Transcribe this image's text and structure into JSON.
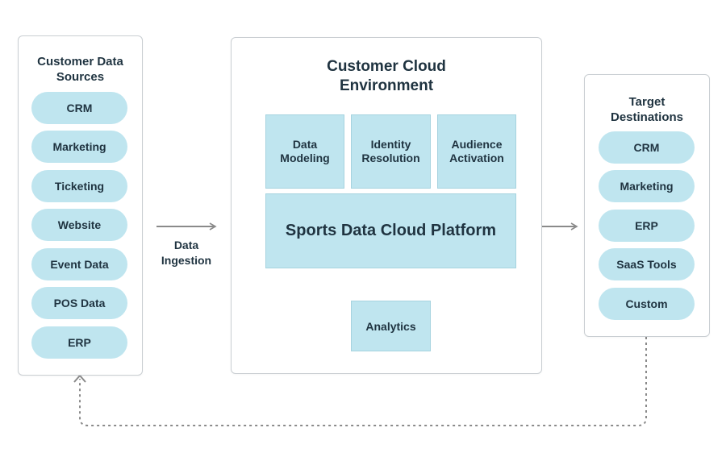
{
  "sources": {
    "title": "Customer Data Sources",
    "items": [
      "CRM",
      "Marketing",
      "Ticketing",
      "Website",
      "Event Data",
      "POS Data",
      "ERP"
    ]
  },
  "ingestion": {
    "label": "Data Ingestion"
  },
  "cloud": {
    "title": "Customer Cloud Environment",
    "modules": [
      "Data Modeling",
      "Identity Resolution",
      "Audience Activation"
    ],
    "platform": "Sports Data Cloud Platform",
    "analytics": "Analytics"
  },
  "targets": {
    "title": "Target Destinations",
    "items": [
      "CRM",
      "Marketing",
      "ERP",
      "SaaS Tools",
      "Custom"
    ]
  },
  "colors": {
    "box_fill": "#bfe5ef",
    "text": "#1f3340",
    "arrow": "#8a8a8a",
    "panel_border": "#c9ced2"
  }
}
